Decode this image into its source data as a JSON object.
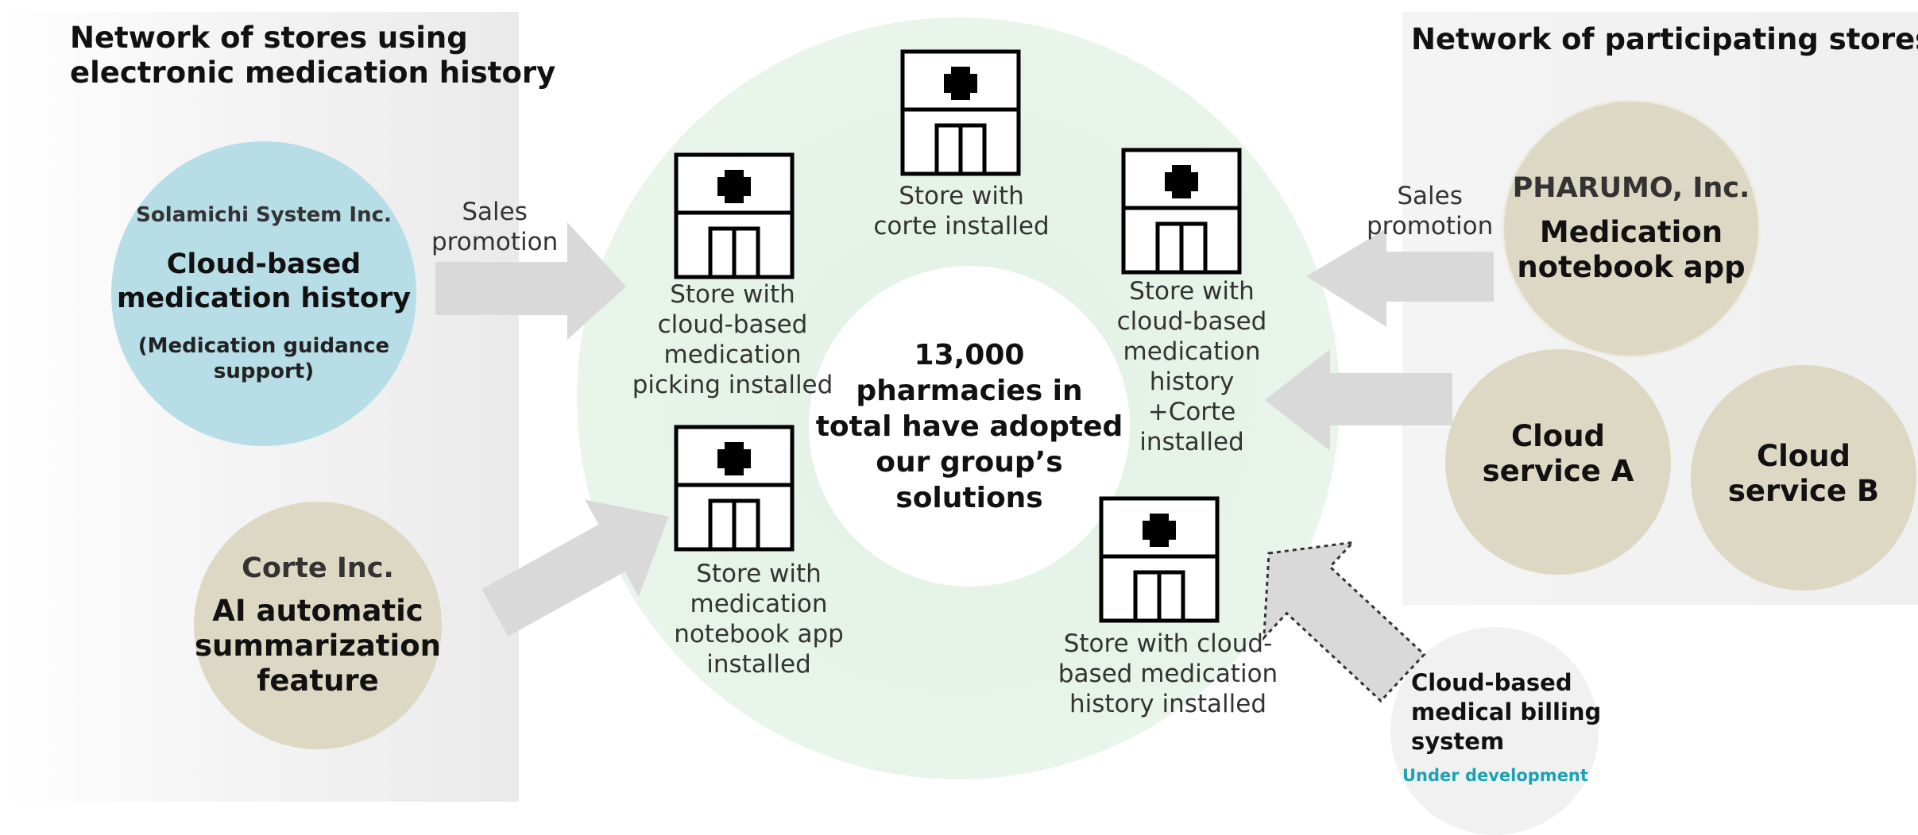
{
  "headings": {
    "left": [
      "Network of stores using",
      "electronic medication history"
    ],
    "right": "Network of participating stores"
  },
  "center": {
    "lines": [
      "13,000",
      "pharmacies in",
      "total have adopted",
      "our group’s",
      "solutions"
    ]
  },
  "solamichi": {
    "company": "Solamichi System Inc.",
    "product_lines": [
      "Cloud-based",
      "medication history"
    ],
    "note_lines": [
      "(Medication guidance",
      "support)"
    ]
  },
  "corte": {
    "company": "Corte Inc.",
    "product_lines": [
      "AI automatic",
      "summarization",
      "feature"
    ]
  },
  "pharumo": {
    "company": "PHARUMO, Inc.",
    "product_lines": [
      "Medication",
      "notebook app"
    ]
  },
  "cloud_a": {
    "lines": [
      "Cloud",
      "service A"
    ]
  },
  "cloud_b": {
    "lines": [
      "Cloud",
      "service B"
    ]
  },
  "billing": {
    "lines": [
      "Cloud-based",
      "medical billing",
      "system"
    ],
    "status": "Under development"
  },
  "arrows": {
    "left_label": [
      "Sales",
      "promotion"
    ],
    "right_label": [
      "Sales",
      "promotion"
    ]
  },
  "stores": {
    "top": [
      "Store with",
      "corte installed"
    ],
    "upper_left": [
      "Store with",
      "cloud-based",
      "medication",
      "picking installed"
    ],
    "upper_right": [
      "Store with",
      "cloud-based",
      "medication",
      "history",
      "+Corte",
      "installed"
    ],
    "lower_left": [
      "Store with",
      "medication",
      "notebook app",
      "installed"
    ],
    "lower_right": [
      "Store with cloud-",
      "based  medication",
      "history installed"
    ]
  },
  "colors": {
    "solamichi_circle": "#b7dde6",
    "tan_circle": "#ddd8c3",
    "ring": "#e6f3e8",
    "arrow": "#d9d9d9",
    "status_text": "#1aa3b3"
  }
}
